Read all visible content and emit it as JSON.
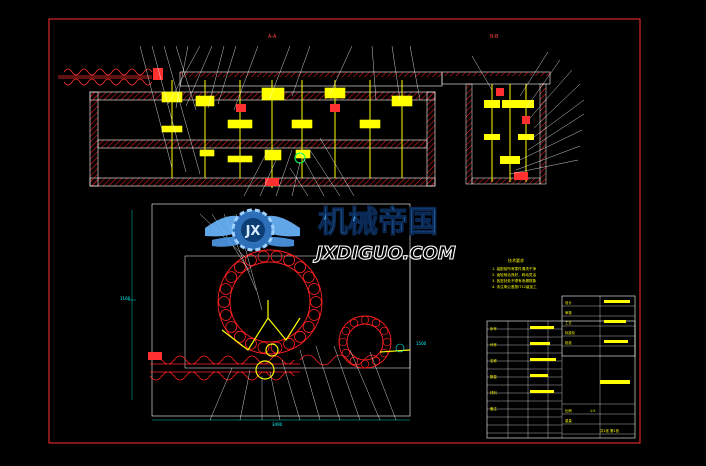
{
  "drawing": {
    "section_a_label": "A-A",
    "section_b_label": "B-B",
    "tech_notes_title": "技术要求",
    "tech_notes": [
      "1. 装配前所有零件清洗干净",
      "2. 齿轮啮合良好，转动灵活",
      "3. 各密封处不得有渗漏现象",
      "4. 未注明公差按IT12级加工"
    ],
    "dimension_labels": [
      "3490",
      "1160",
      "1500"
    ]
  },
  "title_block": {
    "left_rows": [
      "序号",
      "代号",
      "名称",
      "数量",
      "材料",
      "备注"
    ],
    "right_rows": [
      "设计",
      "审核",
      "工艺",
      "标准化",
      "批准",
      "比例",
      "重量"
    ],
    "scale": "1:5",
    "sheet": "共1张 第1张"
  },
  "watermark": {
    "title": "机械帝国",
    "url": "JXDIGUO.COM",
    "logo_letters": "JX"
  },
  "colors": {
    "background": "#000000",
    "frame": "#ff3030",
    "geometry": "#ffffff",
    "parts": "#ffff00",
    "hatch": "#ff2020",
    "dims": "#00ffff",
    "watermark": "#3fa6ff"
  }
}
